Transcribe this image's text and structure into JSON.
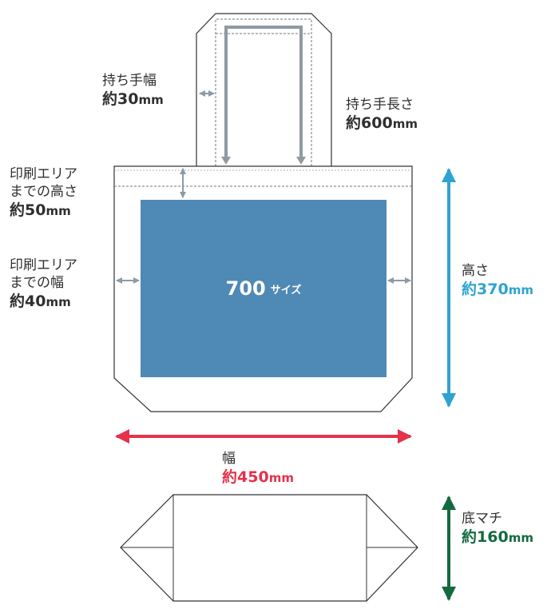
{
  "labels": {
    "handle_width": {
      "name": "持ち手幅",
      "prefix": "約",
      "num": "30",
      "unit": "mm"
    },
    "handle_length": {
      "name": "持ち手長さ",
      "prefix": "約",
      "num": "600",
      "unit": "mm"
    },
    "print_top": {
      "name_line1": "印刷エリア",
      "name_line2": "までの高さ",
      "prefix": "約",
      "num": "50",
      "unit": "mm"
    },
    "print_side": {
      "name_line1": "印刷エリア",
      "name_line2": "までの幅",
      "prefix": "約",
      "num": "40",
      "unit": "mm"
    },
    "height": {
      "name": "高さ",
      "prefix": "約",
      "num": "370",
      "unit": "mm"
    },
    "width": {
      "name": "幅",
      "prefix": "約",
      "num": "450",
      "unit": "mm"
    },
    "gusset": {
      "name": "底マチ",
      "prefix": "約",
      "num": "160",
      "unit": "mm"
    }
  },
  "print_area": {
    "num": "700",
    "suffix": "サイズ"
  },
  "colors": {
    "print_area": "#4f89b5",
    "outline": "#333333",
    "guide_arrow": "#8e9aa3",
    "height_arrow": "#2ea3d0",
    "width_arrow": "#e5314a",
    "gusset_arrow": "#136a3f"
  }
}
